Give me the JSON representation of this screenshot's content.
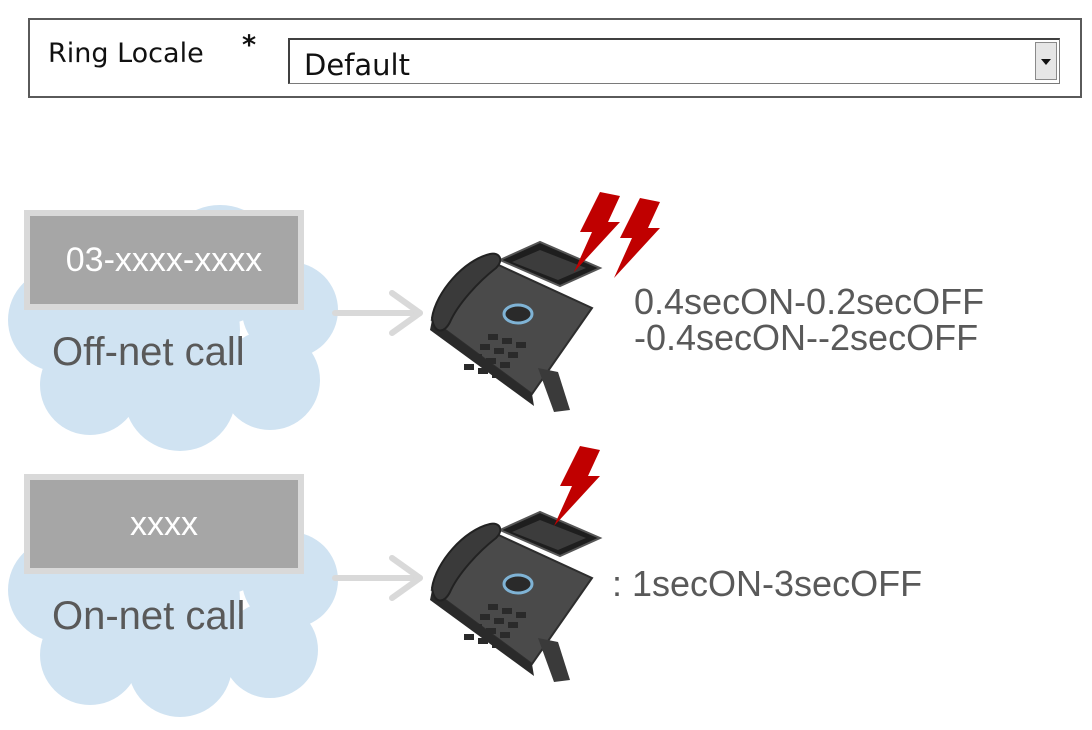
{
  "form": {
    "label": "Ring Locale",
    "required_mark": "*",
    "select_value": "Default"
  },
  "scenarios": [
    {
      "number": "03-xxxx-xxxx",
      "call_type": "Off-net call",
      "pattern_line1": "0.4secON-0.2secOFF",
      "pattern_line2": "-0.4secON--2secOFF"
    },
    {
      "number": "xxxx",
      "call_type": "On-net call",
      "pattern_line1": ": 1secON-3secOFF"
    }
  ],
  "colors": {
    "cloud": "#d0e3f2",
    "number_box": "#a6a6a6",
    "arrow": "#d9d9d9",
    "lightning": "#c00000",
    "text": "#595959"
  }
}
